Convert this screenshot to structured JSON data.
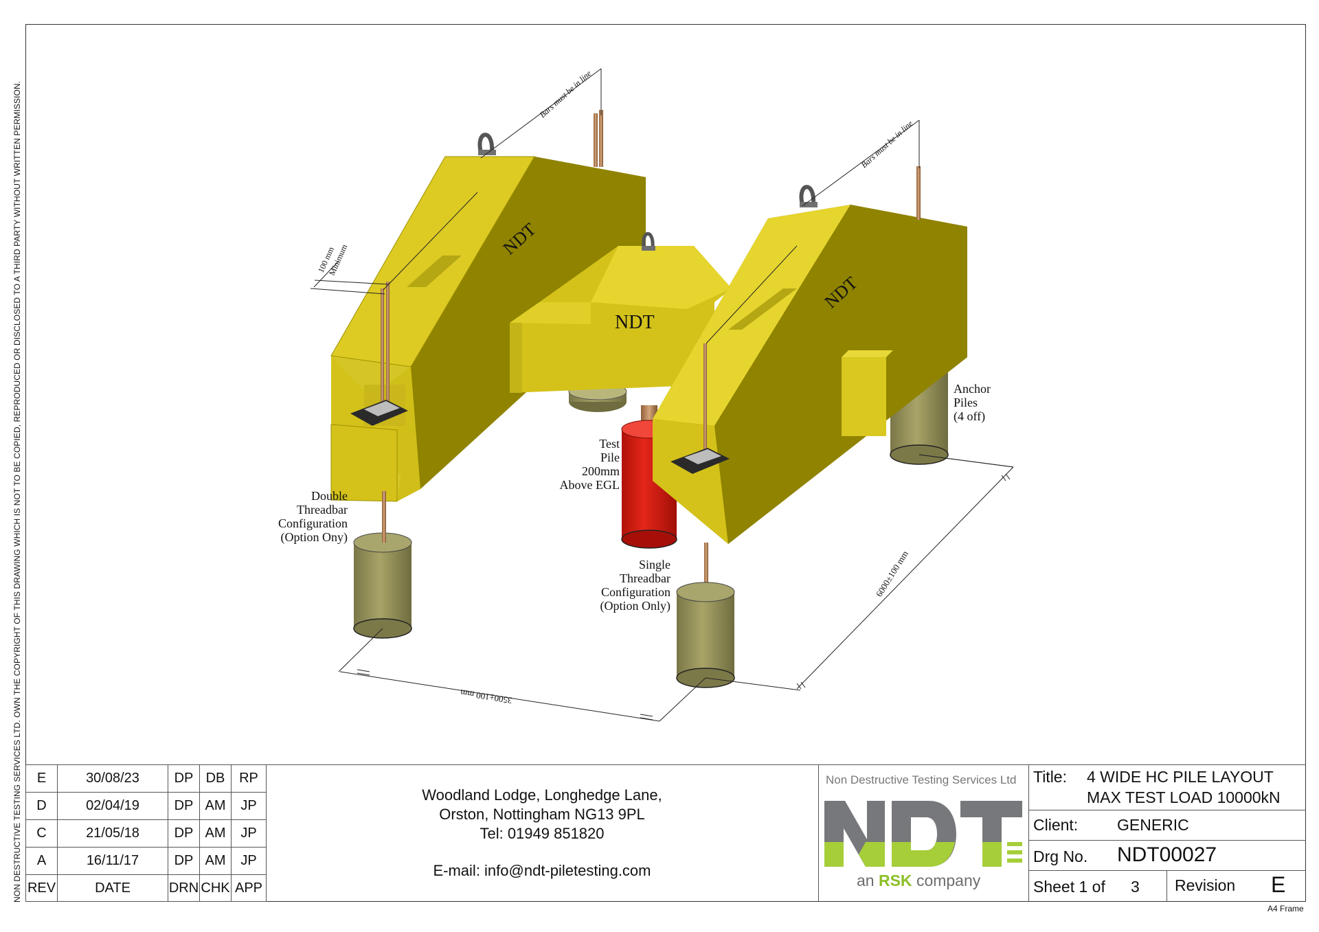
{
  "copyright_note": "NON DESTRUCTIVE TESTING SERVICES LTD.  OWN THE COPYRIGHT OF THIS DRAWING WHICH IS NOT TO BE COPIED, REPRODUCED OR DISCLOSED TO A THIRD PARTY WITHOUT WRITTEN PERMISSION.",
  "drawing": {
    "labels": {
      "beam_left": "NDT",
      "beam_center": "NDT",
      "beam_right": "NDT",
      "bars_left": "Bars must be in line",
      "bars_right": "Bars must be in line",
      "spacing_top": "100 mm",
      "spacing_bottom": "Minimum",
      "test_pile": [
        "Test",
        "Pile",
        "200mm",
        "Above EGL"
      ],
      "anchor_piles": [
        "Anchor",
        "Piles",
        "(4 off)"
      ],
      "double_threadbar": [
        "Double",
        "Threadbar",
        "Configuration",
        "(Option Ony)"
      ],
      "single_threadbar": [
        "Single",
        "Threadbar",
        "Configuration",
        "(Option Only)"
      ],
      "dim_width": "3500±100 mm",
      "dim_depth": "6000±100 mm"
    },
    "colors": {
      "beam_yellow": "#d4c21a",
      "beam_shadow": "#8f8300",
      "beam_light": "#e6d52e",
      "anchor_pile": "#97935a",
      "test_pile": "#d51a10",
      "bar": "#b8865a"
    }
  },
  "revisions": {
    "header": {
      "rev": "REV",
      "date": "DATE",
      "drn": "DRN",
      "chk": "CHK",
      "app": "APP"
    },
    "rows": [
      {
        "rev": "E",
        "date": "30/08/23",
        "drn": "DP",
        "chk": "DB",
        "app": "RP"
      },
      {
        "rev": "D",
        "date": "02/04/19",
        "drn": "DP",
        "chk": "AM",
        "app": "JP"
      },
      {
        "rev": "C",
        "date": "21/05/18",
        "drn": "DP",
        "chk": "AM",
        "app": "JP"
      },
      {
        "rev": "A",
        "date": "16/11/17",
        "drn": "DP",
        "chk": "AM",
        "app": "JP"
      }
    ]
  },
  "address": {
    "line1": "Woodland Lodge, Longhedge Lane,",
    "line2": "Orston, Nottingham NG13 9PL",
    "tel": "Tel:  01949 851820",
    "email": "E-mail: info@ndt-piletesting.com"
  },
  "logo": {
    "company": "Non Destructive Testing Services Ltd",
    "mark": "NDT",
    "tagline_pre": "an",
    "tagline_brand": "RSK",
    "tagline_post": "company",
    "grey": "#77787b",
    "green": "#a6ce39"
  },
  "title_block": {
    "title_label": "Title:",
    "title_line1": "4 WIDE HC PILE LAYOUT",
    "title_line2": "MAX TEST LOAD 10000kN",
    "client_label": "Client:",
    "client": "GENERIC",
    "drg_label": "Drg No.",
    "drg_no": "NDT00027",
    "sheet_label": "Sheet 1 of",
    "sheet_total": "3",
    "revision_label": "Revision",
    "revision": "E",
    "frame": "A4 Frame"
  }
}
